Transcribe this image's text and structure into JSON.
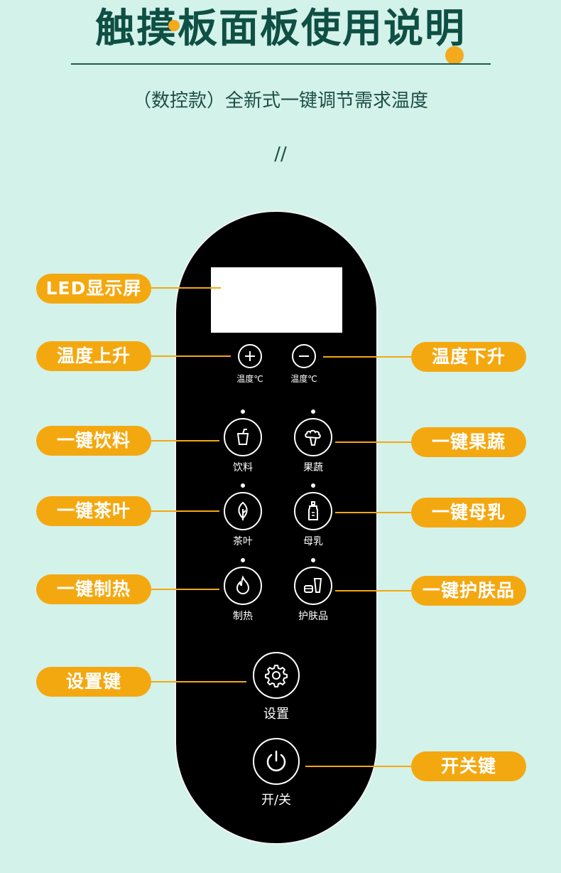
{
  "header": {
    "title": "触摸板面板使用说明",
    "subtitle": "（数控款）全新式一键调节需求温度",
    "divider_mark": "//"
  },
  "panel": {
    "buttons": {
      "temp_up": {
        "caption": "温度℃",
        "icon": "plus-icon"
      },
      "temp_down": {
        "caption": "温度℃",
        "icon": "minus-icon"
      },
      "drink": {
        "caption": "饮料",
        "icon": "cup-icon"
      },
      "veg": {
        "caption": "果蔬",
        "icon": "broccoli-icon"
      },
      "tea": {
        "caption": "茶叶",
        "icon": "leaf-icon"
      },
      "milk": {
        "caption": "母乳",
        "icon": "baby-bottle-icon"
      },
      "heat": {
        "caption": "制热",
        "icon": "flame-icon"
      },
      "skincare": {
        "caption": "护肤品",
        "icon": "cosmetics-icon"
      },
      "settings": {
        "caption": "设置",
        "icon": "gear-icon"
      },
      "power": {
        "caption": "开/关",
        "icon": "power-icon"
      }
    }
  },
  "labels": {
    "led": "LED显示屏",
    "temp_up": "温度上升",
    "temp_down": "温度下升",
    "drink": "一键饮料",
    "veg": "一键果蔬",
    "tea": "一键茶叶",
    "milk": "一键母乳",
    "heat": "一键制热",
    "skincare": "一键护肤品",
    "settings": "设置键",
    "power": "开关键"
  },
  "colors": {
    "background": "#d3f2ea",
    "title": "#0f4f44",
    "accent": "#f4a810",
    "panel": "#000000"
  }
}
